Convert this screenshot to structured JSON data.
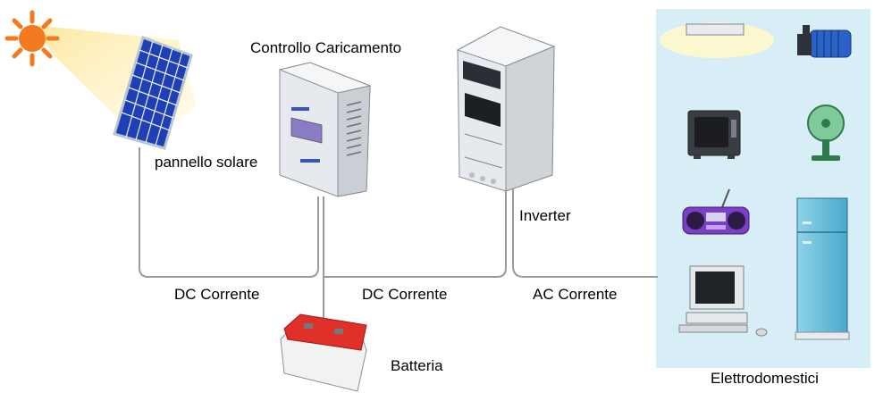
{
  "labels": {
    "solar_panel": "pannello solare",
    "charge_controller": "Controllo Caricamento",
    "inverter": "Inverter",
    "battery": "Batteria",
    "appliances": "Elettrodomestici",
    "dc_current_1": "DC Corrente",
    "dc_current_2": "DC Corrente",
    "ac_current": "AC Corrente"
  },
  "colors": {
    "sun": "#f47a1f",
    "sun_glow": "#fde8a0",
    "panel_blue": "#1f3fb5",
    "wire": "#9a9a9a",
    "appliance_bg": "#d8eef6",
    "battery_red": "#e0302a"
  },
  "icons": [
    "sun-icon",
    "solar-panel-icon",
    "charge-controller-icon",
    "inverter-icon",
    "battery-icon",
    "ceiling-light-icon",
    "water-pump-icon",
    "television-icon",
    "fan-icon",
    "radio-icon",
    "refrigerator-icon",
    "computer-icon"
  ]
}
